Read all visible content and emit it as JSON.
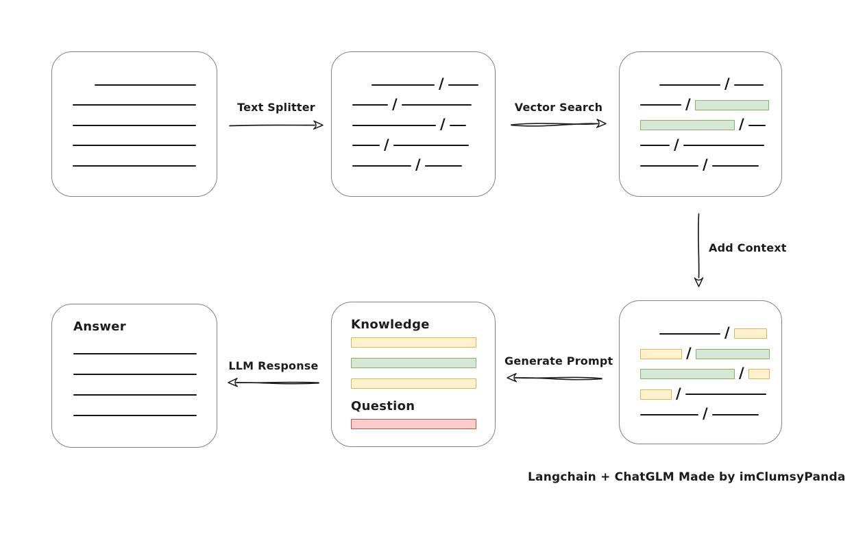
{
  "caption": {
    "text": "Langchain + ChatGLM Made by imClumsyPanda"
  },
  "colors": {
    "ink": "#1c1c1c",
    "line_color": "#141414",
    "box_stroke": "#828282",
    "green_fill": "#d5e8d4",
    "green_stroke": "#82b366",
    "yellow_fill": "#fff2cc",
    "yellow_stroke": "#d6b656",
    "red_fill": "#f8cecc",
    "red_stroke": "#b85450"
  },
  "arrows": {
    "text_splitter": {
      "label": "Text Splitter"
    },
    "vector_search": {
      "label": "Vector Search"
    },
    "add_context": {
      "label": "Add Context"
    },
    "generate_prompt": {
      "label": "Generate Prompt"
    },
    "llm_response": {
      "label": "LLM Response"
    }
  },
  "boxes": {
    "source_document": {
      "rows": [
        [
          {
            "t": "line",
            "w": 148,
            "indent": 32
          }
        ],
        [
          {
            "t": "line",
            "w": 180
          }
        ],
        [
          {
            "t": "line",
            "w": 180
          }
        ],
        [
          {
            "t": "line",
            "w": 180
          }
        ],
        [
          {
            "t": "line",
            "w": 180
          }
        ]
      ]
    },
    "split_chunks": {
      "rows": [
        [
          {
            "t": "line",
            "w": 92,
            "indent": 28
          },
          {
            "t": "slash"
          },
          {
            "t": "line",
            "w": 44
          }
        ],
        [
          {
            "t": "line",
            "w": 52
          },
          {
            "t": "slash"
          },
          {
            "t": "line",
            "w": 102
          }
        ],
        [
          {
            "t": "line",
            "w": 122
          },
          {
            "t": "slash"
          },
          {
            "t": "line",
            "w": 24
          }
        ],
        [
          {
            "t": "line",
            "w": 40
          },
          {
            "t": "slash"
          },
          {
            "t": "line",
            "w": 110
          }
        ],
        [
          {
            "t": "line",
            "w": 86
          },
          {
            "t": "slash"
          },
          {
            "t": "line",
            "w": 54
          }
        ]
      ]
    },
    "vector_matches": {
      "rows": [
        [
          {
            "t": "line",
            "w": 89,
            "indent": 28
          },
          {
            "t": "slash"
          },
          {
            "t": "line",
            "w": 43
          }
        ],
        [
          {
            "t": "line",
            "w": 60
          },
          {
            "t": "slash"
          },
          {
            "t": "chunk",
            "c": "green",
            "w": 108
          }
        ],
        [
          {
            "t": "chunk",
            "c": "green",
            "w": 138
          },
          {
            "t": "slash"
          },
          {
            "t": "line",
            "w": 25
          }
        ],
        [
          {
            "t": "line",
            "w": 43
          },
          {
            "t": "slash"
          },
          {
            "t": "line",
            "w": 118
          }
        ],
        [
          {
            "t": "line",
            "w": 85
          },
          {
            "t": "slash"
          },
          {
            "t": "line",
            "w": 68
          }
        ]
      ]
    },
    "context_chunks": {
      "rows": [
        [
          {
            "t": "line",
            "w": 89,
            "indent": 28
          },
          {
            "t": "slash"
          },
          {
            "t": "chunk",
            "c": "yellow",
            "w": 48
          }
        ],
        [
          {
            "t": "chunk",
            "c": "yellow",
            "w": 61
          },
          {
            "t": "slash"
          },
          {
            "t": "chunk",
            "c": "green",
            "w": 108
          }
        ],
        [
          {
            "t": "chunk",
            "c": "green",
            "w": 138
          },
          {
            "t": "slash"
          },
          {
            "t": "chunk",
            "c": "yellow",
            "w": 31
          }
        ],
        [
          {
            "t": "chunk",
            "c": "yellow",
            "w": 46
          },
          {
            "t": "slash"
          },
          {
            "t": "line",
            "w": 118
          }
        ],
        [
          {
            "t": "line",
            "w": 85
          },
          {
            "t": "slash"
          },
          {
            "t": "line",
            "w": 68
          }
        ]
      ]
    },
    "prompt": {
      "knowledge_label": "Knowledge",
      "question_label": "Question",
      "knowledge_rows": [
        [
          {
            "t": "chunk",
            "c": "yellow",
            "w": 183
          }
        ],
        [
          {
            "t": "chunk",
            "c": "green",
            "w": 183
          }
        ],
        [
          {
            "t": "chunk",
            "c": "yellow",
            "w": 183
          }
        ]
      ],
      "question_rows": [
        [
          {
            "t": "chunk",
            "c": "red",
            "w": 183
          }
        ]
      ]
    },
    "answer": {
      "label": "Answer",
      "rows": [
        [
          {
            "t": "line",
            "w": 180
          }
        ],
        [
          {
            "t": "line",
            "w": 180
          }
        ],
        [
          {
            "t": "line",
            "w": 180
          }
        ],
        [
          {
            "t": "line",
            "w": 180
          }
        ]
      ]
    }
  }
}
